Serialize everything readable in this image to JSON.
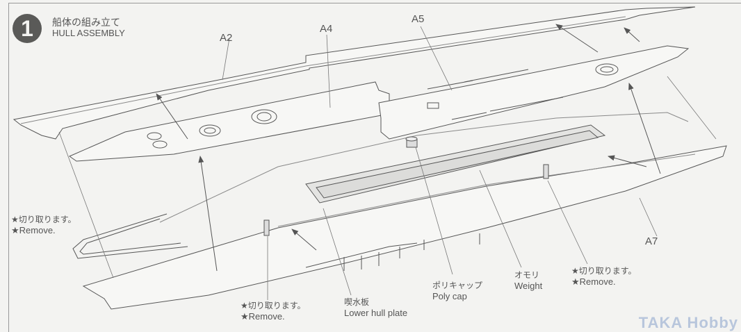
{
  "step": {
    "number": "1",
    "title_jp": "船体の組み立て",
    "title_en": "HULL ASSEMBLY"
  },
  "parts": {
    "a2": "A2",
    "a4": "A4",
    "a5": "A5",
    "a7": "A7"
  },
  "callouts": {
    "remove_left": {
      "jp": "★切り取ります。",
      "en": "★Remove."
    },
    "remove_bottom": {
      "jp": "★切り取ります。",
      "en": "★Remove."
    },
    "remove_right": {
      "jp": "★切り取ります。",
      "en": "★Remove."
    },
    "lower_hull_plate": {
      "jp": "喫水板",
      "en": "Lower hull plate"
    },
    "poly_cap": {
      "jp": "ポリキャップ",
      "en": "Poly cap"
    },
    "weight": {
      "jp": "オモリ",
      "en": "Weight"
    }
  },
  "watermark": "TAKA Hobby"
}
